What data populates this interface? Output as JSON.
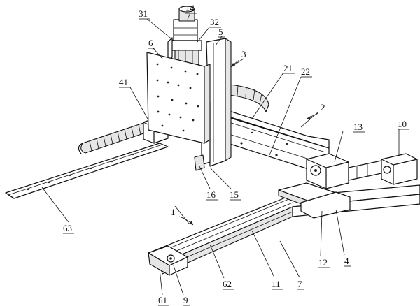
{
  "callouts": {
    "c31": "31",
    "c14": "14",
    "c32": "32",
    "c5": "5",
    "c3": "3",
    "c6": "6",
    "c21": "21",
    "c22": "22",
    "c41": "41",
    "c2": "2",
    "c13": "13",
    "c10": "10",
    "c16": "16",
    "c15": "15",
    "c1": "1",
    "c63": "63",
    "c12": "12",
    "c4": "4",
    "c11": "11",
    "c7": "7",
    "c61": "61",
    "c9": "9",
    "c62": "62"
  }
}
